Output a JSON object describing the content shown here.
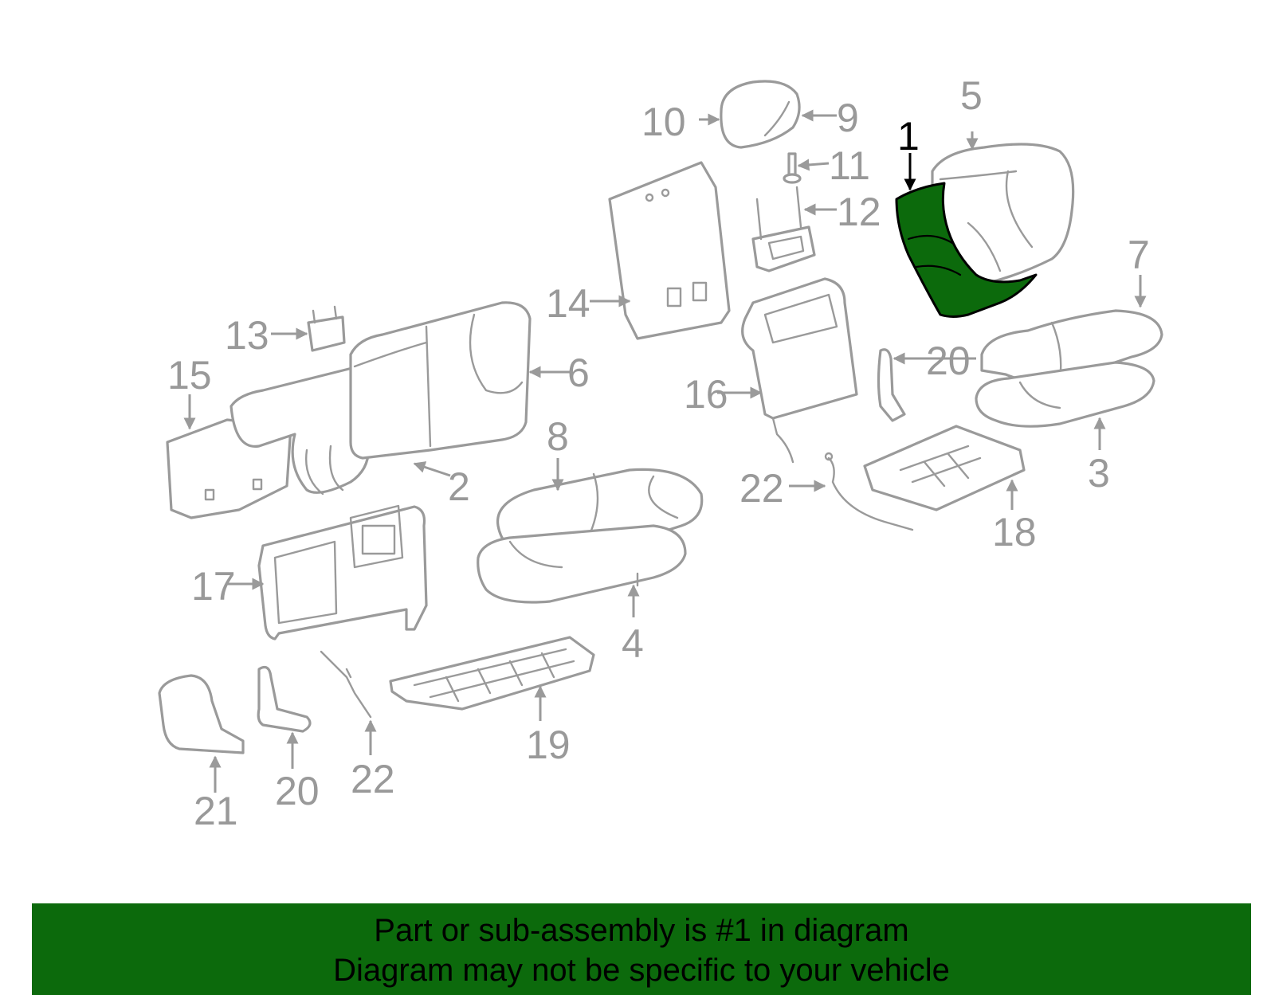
{
  "diagram": {
    "highlighted_part": "1",
    "highlight_color": "#0c6a0c",
    "part_color": "#9a9a9a",
    "callouts": {
      "c1": "1",
      "c2": "2",
      "c3": "3",
      "c4": "4",
      "c5": "5",
      "c6": "6",
      "c7": "7",
      "c8": "8",
      "c9": "9",
      "c10": "10",
      "c11": "11",
      "c12": "12",
      "c13": "13",
      "c14": "14",
      "c15": "15",
      "c16": "16",
      "c17": "17",
      "c18": "18",
      "c19": "19",
      "c20a": "20",
      "c20b": "20",
      "c21": "21",
      "c22a": "22",
      "c22b": "22"
    }
  },
  "banner": {
    "line1": "Part or sub-assembly is #1 in diagram",
    "line2": "Diagram may not be specific to your vehicle"
  }
}
